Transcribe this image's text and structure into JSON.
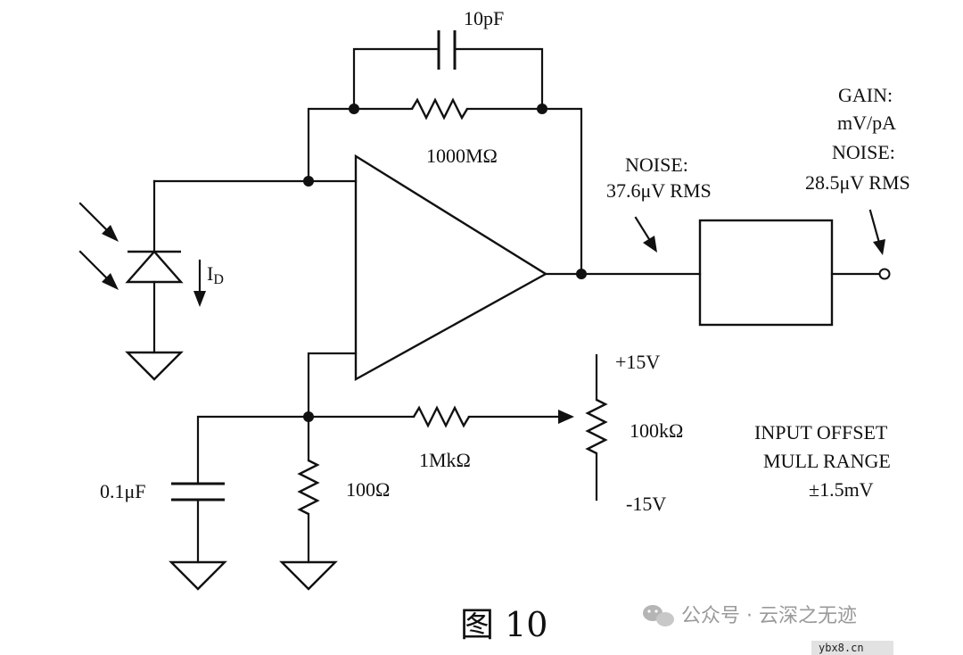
{
  "labels": {
    "feedback_cap": "10pF",
    "feedback_res": "1000MΩ",
    "photocurrent_main": "I",
    "photocurrent_sub": "D",
    "noise_out_title": "NOISE:",
    "noise_out_value": "37.6μV RMS",
    "gain_title": "GAIN:",
    "gain_value": "mV/pA",
    "noise_filt_title": "NOISE:",
    "noise_filt_value": "28.5μV RMS",
    "supply_pos": "+15V",
    "supply_neg": "-15V",
    "pot": "100kΩ",
    "offset_res": "1MkΩ",
    "bypass_cap": "0.1μF",
    "divider_res": "100Ω",
    "offset_line1": "INPUT OFFSET",
    "offset_line2": "MULL RANGE",
    "offset_line3": "±1.5mV"
  },
  "caption": "图 10",
  "watermark": "公众号 · 云深之无迹",
  "site_mark": "ybx8.cn"
}
